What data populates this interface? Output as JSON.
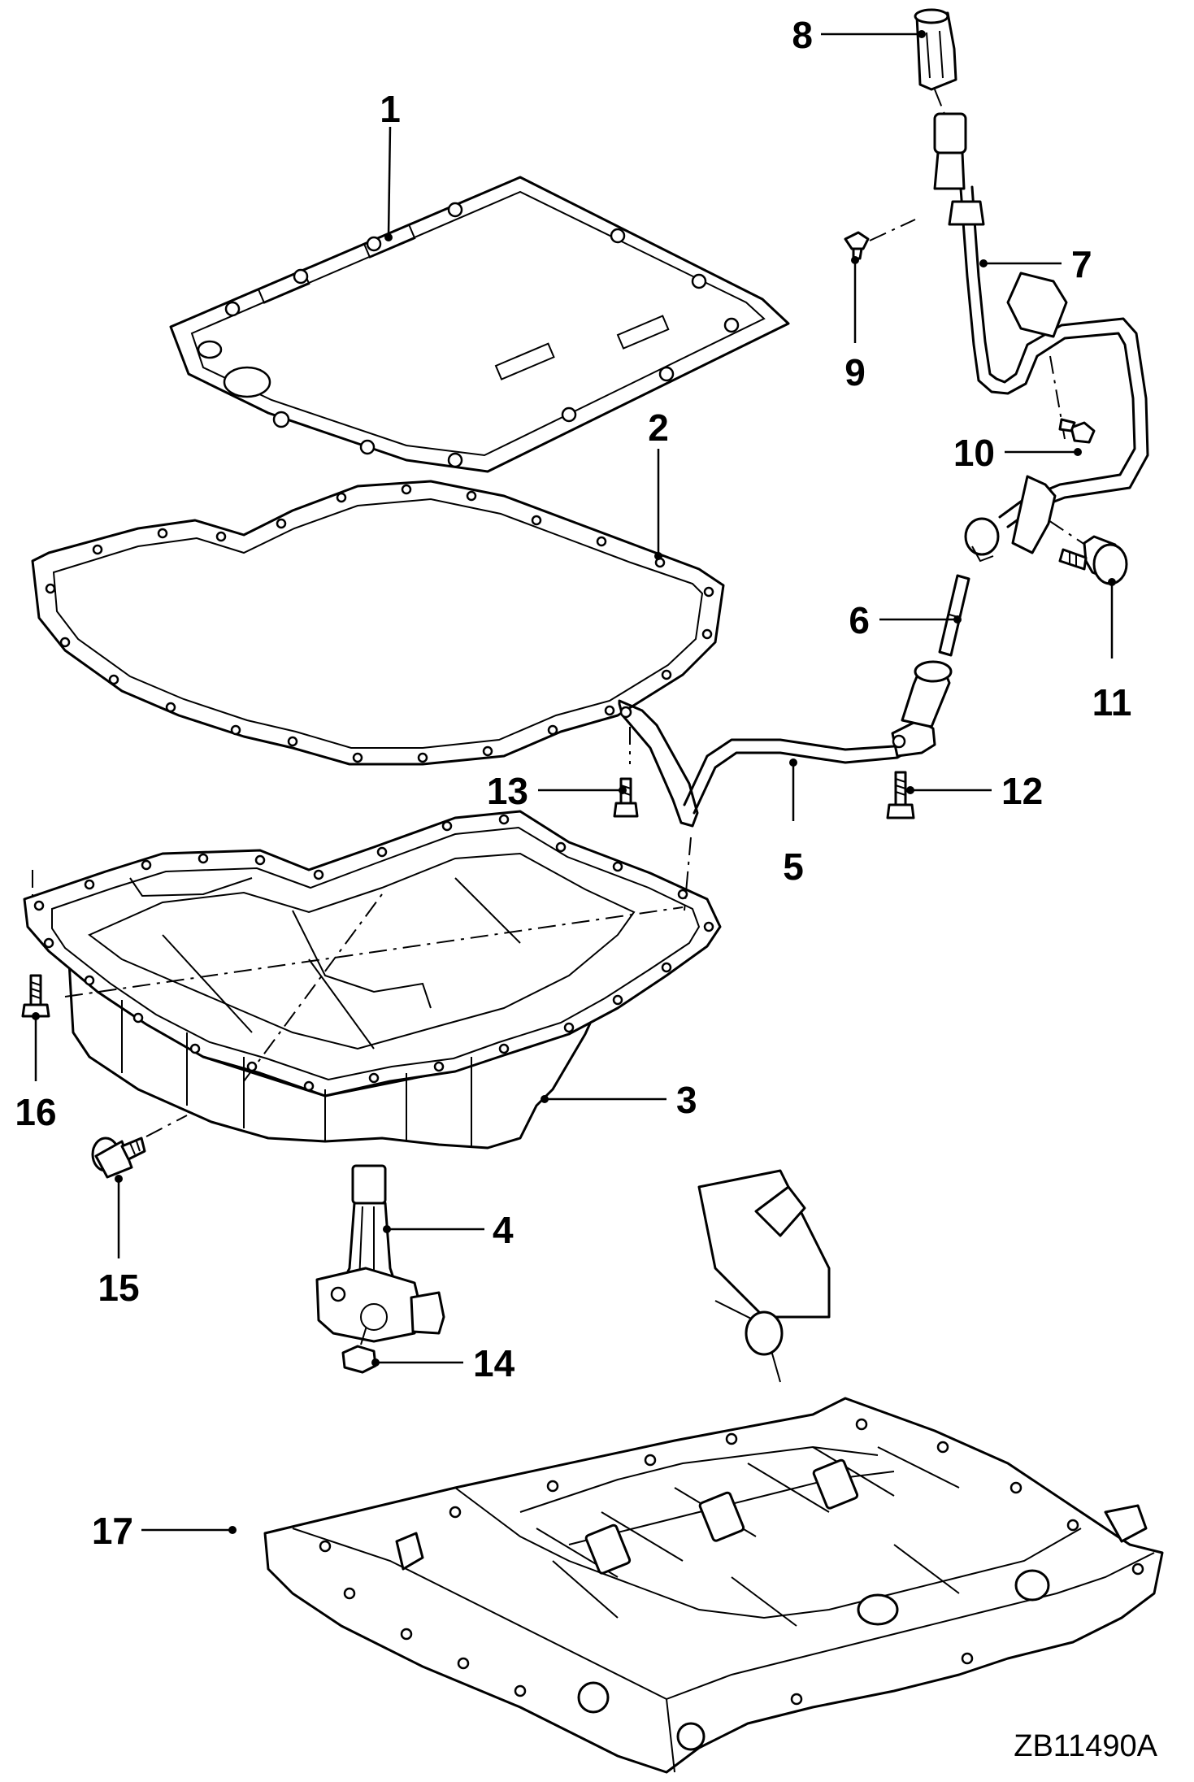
{
  "diagram": {
    "drawing_code": "ZB11490A",
    "callouts": [
      {
        "id": "1",
        "text": "1"
      },
      {
        "id": "2",
        "text": "2"
      },
      {
        "id": "3",
        "text": "3"
      },
      {
        "id": "4",
        "text": "4"
      },
      {
        "id": "5",
        "text": "5"
      },
      {
        "id": "6",
        "text": "6"
      },
      {
        "id": "7",
        "text": "7"
      },
      {
        "id": "8",
        "text": "8"
      },
      {
        "id": "9",
        "text": "9"
      },
      {
        "id": "10",
        "text": "10"
      },
      {
        "id": "11",
        "text": "11"
      },
      {
        "id": "12",
        "text": "12"
      },
      {
        "id": "13",
        "text": "13"
      },
      {
        "id": "14",
        "text": "14"
      },
      {
        "id": "15",
        "text": "15"
      },
      {
        "id": "16",
        "text": "16"
      },
      {
        "id": "17",
        "text": "17"
      }
    ]
  }
}
